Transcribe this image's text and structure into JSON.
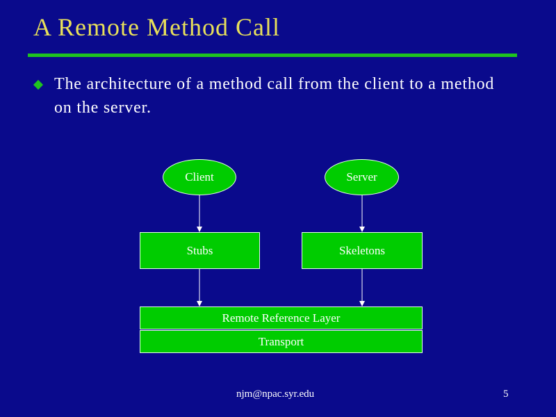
{
  "slide": {
    "title": "A Remote Method Call",
    "bullet_text": "The architecture of a method call from the client to a method on the server."
  },
  "diagram": {
    "client": "Client",
    "server": "Server",
    "stubs": "Stubs",
    "skeletons": "Skeletons",
    "remote_reference_layer": "Remote Reference Layer",
    "transport": "Transport"
  },
  "footer": {
    "email": "njm@npac.syr.edu",
    "page_number": "5"
  },
  "colors": {
    "background": "#0a0a8c",
    "title": "#e8e05a",
    "accent_green": "#00cc00",
    "text": "#ffffff"
  },
  "icons": {
    "bullet": "diamond-bullet-icon"
  }
}
